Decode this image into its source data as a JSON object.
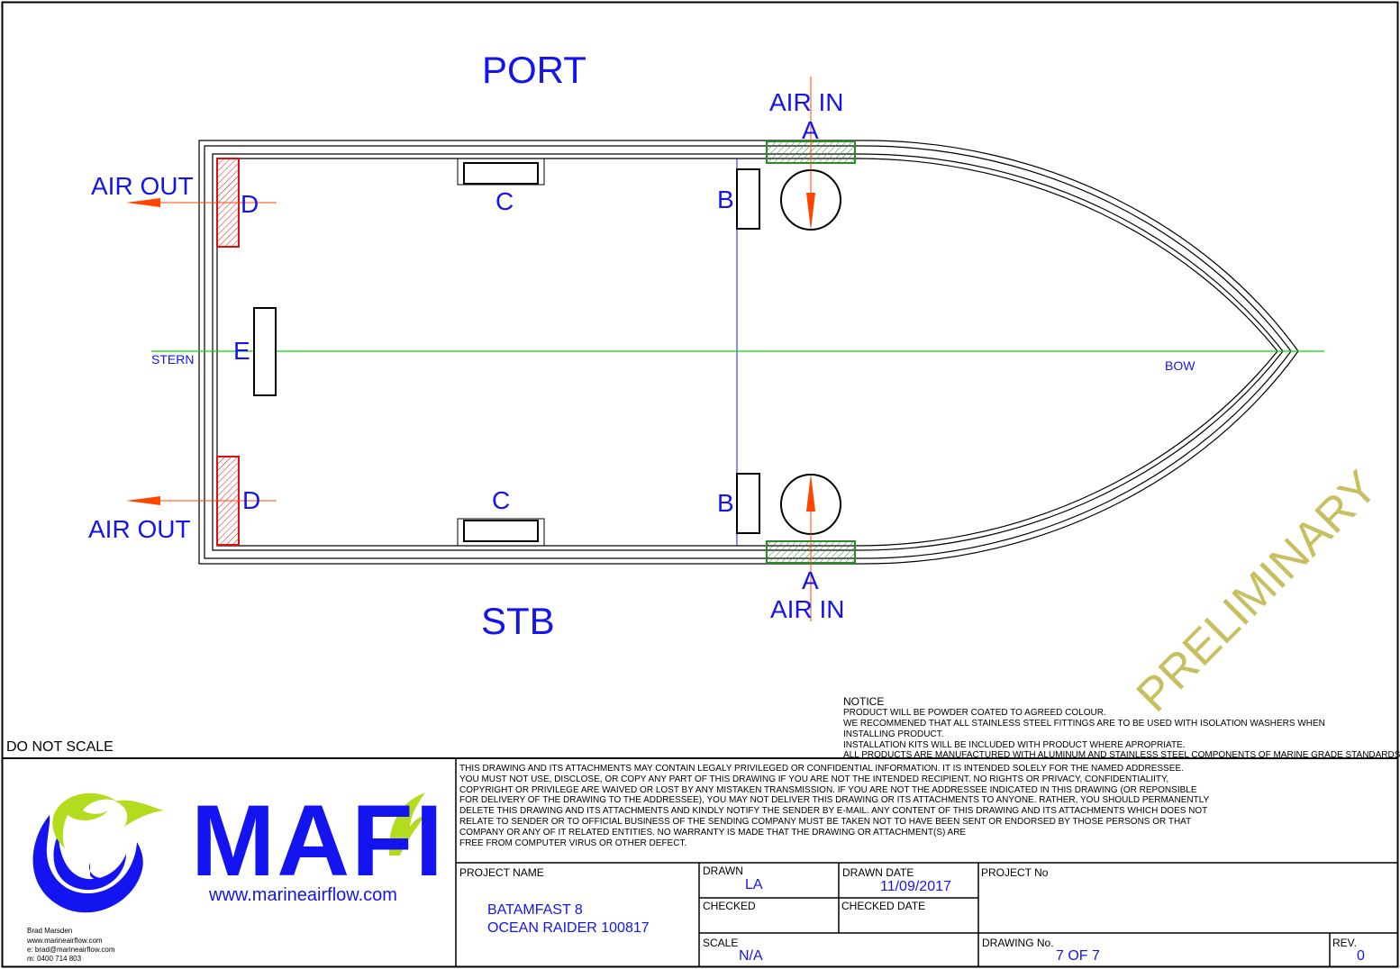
{
  "labels": {
    "port": "PORT",
    "stb": "STB",
    "air_in": "AIR IN",
    "air_out": "AIR OUT",
    "stern": "STERN",
    "bow": "BOW",
    "a": "A",
    "b": "B",
    "c": "C",
    "d": "D",
    "e": "E",
    "preliminary": "PRELIMINARY",
    "do_not_scale": "DO NOT SCALE"
  },
  "notice": {
    "title": "NOTICE",
    "lines": [
      "PRODUCT WILL BE POWDER COATED TO AGREED COLOUR.",
      "WE RECOMMENED THAT ALL STAINLESS STEEL FITTINGS ARE TO BE USED WITH ISOLATION WASHERS WHEN",
      "INSTALLING PRODUCT.",
      "INSTALLATION KITS WILL BE INCLUDED WITH PRODUCT WHERE APROPRIATE.",
      "ALL PRODUCTS ARE MANUFACTURED WITH ALUMINUM AND STAINLESS STEEL COMPONENTS OF MARINE GRADE STANDARDS"
    ]
  },
  "legal": {
    "lines": [
      "THIS DRAWING AND ITS ATTACHMENTS MAY CONTAIN LEGALY PRIVILEGED OR CONFIDENTIAL INFORMATION. IT IS INTENDED SOLELY FOR THE NAMED ADDRESSEE.",
      "YOU MUST NOT USE, DISCLOSE, OR COPY ANY PART OF THIS DRAWING IF YOU ARE NOT THE INTENDED RECIPIENT. NO RIGHTS OR PRIVACY, CONFIDENTIALIITY,",
      "COPYRIGHT OR PRIVILEGE ARE WAIVED OR LOST BY ANY MISTAKEN TRANSMISSION. IF YOU ARE NOT THE ADDRESSEE INDICATED IN THIS DRAWING (OR REPONSIBLE",
      "FOR DELIVERY OF THE DRAWING TO THE ADDRESSEE), YOU MAY NOT DELIVER THIS DRAWING OR ITS ATTACHMENTS TO ANYONE. RATHER, YOU SHOULD PERMANENTLY",
      "DELETE THIS DRAWING AND ITS ATTACHMENTS AND KINDLY NOTIFY THE SENDER BY E-MAIL. ANY CONTENT OF THIS DRAWING AND ITS ATTACHMENTS WHICH DOES NOT",
      "RELATE TO SENDER OR TO OFFICIAL BUSINESS OF THE SENDING COMPANY MUST BE TAKEN NOT TO HAVE BEEN SENT OR ENDORSED BY THOSE PERSONS OR THAT",
      "COMPANY OR ANY OF IT RELATED ENTITIES. NO WARRANTY IS MADE THAT THE DRAWING OR ATTACHMENT(S) ARE",
      "FREE FROM COMPUTER VIRUS OR OTHER DEFECT."
    ]
  },
  "logo": {
    "text": "MAFI",
    "url": "www.marineairflow.com"
  },
  "contact": {
    "name": "Brad Marsden",
    "web": "www.marineairflow.com",
    "email": "e: brad@marineairflow.com",
    "mobile": "m: 0400 714 803"
  },
  "title_block": {
    "project_name_label": "PROJECT NAME",
    "project_name_line1": "BATAMFAST 8",
    "project_name_line2": "OCEAN RAIDER 100817",
    "drawn_label": "DRAWN",
    "drawn_value": "LA",
    "drawn_date_label": "DRAWN DATE",
    "drawn_date_value": "11/09/2017",
    "checked_label": "CHECKED",
    "checked_date_label": "CHECKED DATE",
    "project_no_label": "PROJECT No",
    "scale_label": "SCALE",
    "scale_value": "N/A",
    "drawing_no_label": "DRAWING No.",
    "drawing_no_value": "7 OF 7",
    "rev_label": "REV.",
    "rev_value": "0"
  },
  "colors": {
    "line": "#000000",
    "text_blue": "#1414f0",
    "arrow": "#ff4500",
    "centerline": "#00dd00",
    "intake": "#2a8a2a",
    "exhaust": "#e01010",
    "watermark": "#c8c060",
    "logo_blue": "#1414f0",
    "logo_green": "#b4dc1e"
  }
}
